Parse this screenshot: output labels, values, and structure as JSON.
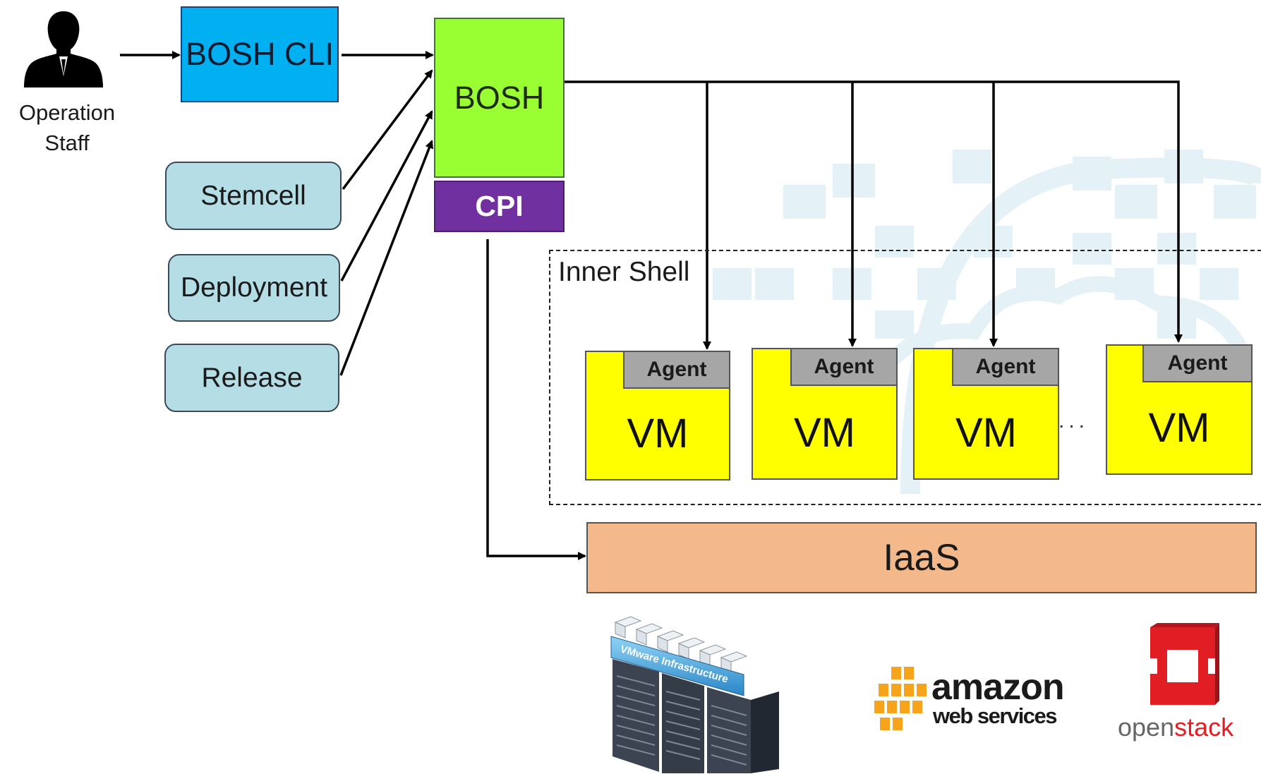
{
  "person": {
    "label": "Operation\nStaff"
  },
  "nodes": {
    "bosh_cli": "BOSH CLI",
    "bosh": "BOSH",
    "cpi": "CPI",
    "stemcell": "Stemcell",
    "deployment": "Deployment",
    "release": "Release",
    "iaas": "IaaS"
  },
  "inner_shell": {
    "label": "Inner Shell",
    "vms": [
      {
        "agent": "Agent",
        "label": "VM"
      },
      {
        "agent": "Agent",
        "label": "VM"
      },
      {
        "agent": "Agent",
        "label": "VM"
      },
      {
        "agent": "Agent",
        "label": "VM"
      }
    ],
    "ellipsis": "..."
  },
  "logos": {
    "vmware_text": "VMware Infrastructure",
    "amazon_word": "amazon",
    "amazon_sub": "web services",
    "openstack_open": "open",
    "openstack_stack": "stack"
  },
  "colors": {
    "bosh_cli": "#00B0F0",
    "bosh": "#99FF33",
    "cpi": "#7030A0",
    "input_box": "#B4DDE6",
    "vm": "#FFFF00",
    "agent": "#A6A6A6",
    "iaas": "#F4B98A"
  }
}
